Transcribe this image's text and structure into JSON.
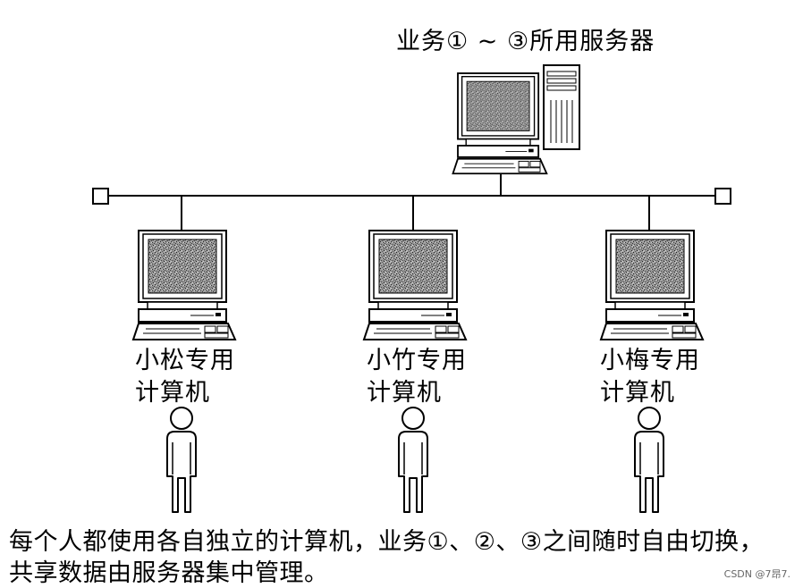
{
  "server_label": "业务① ~ ③所用服务器",
  "workstations": [
    {
      "label_line1": "小松专用",
      "label_line2": "计算机"
    },
    {
      "label_line1": "小竹专用",
      "label_line2": "计算机"
    },
    {
      "label_line1": "小梅专用",
      "label_line2": "计算机"
    }
  ],
  "caption": {
    "line1": "每个人都使用各自独立的计算机，业务①、②、③之间随时自由切换，",
    "line2": "共享数据由服务器集中管理。"
  },
  "watermark": "CSDN @7昂7."
}
